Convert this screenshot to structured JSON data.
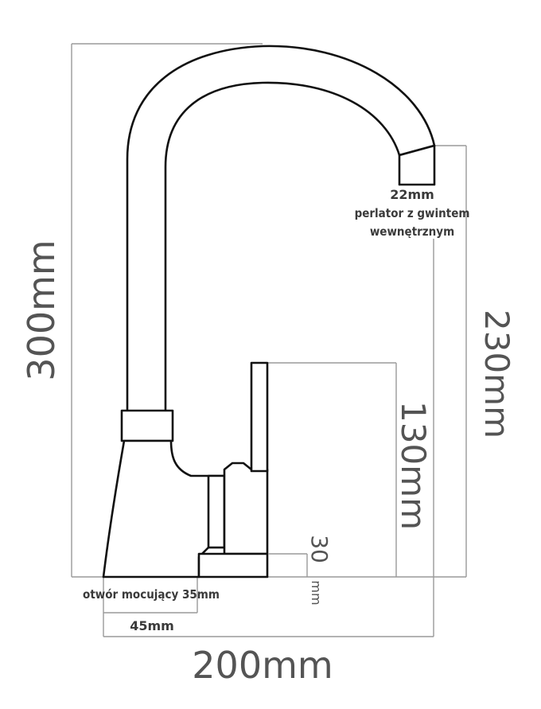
{
  "dimensions": {
    "height_total": "300mm",
    "height_spout": "230mm",
    "width_total": "200mm",
    "handle_height": "130mm",
    "base_height_number": "30",
    "base_height_unit": "mm",
    "base_width": "45mm",
    "mounting_hole": "otwór mocujący 35mm"
  },
  "aerator_note": {
    "size": "22mm",
    "line1": "perlator z gwintem",
    "line2": "wewnętrznym"
  },
  "colors": {
    "outline": "#111111",
    "dimension_line": "#9a9a9a",
    "dimension_text": "#545454"
  }
}
